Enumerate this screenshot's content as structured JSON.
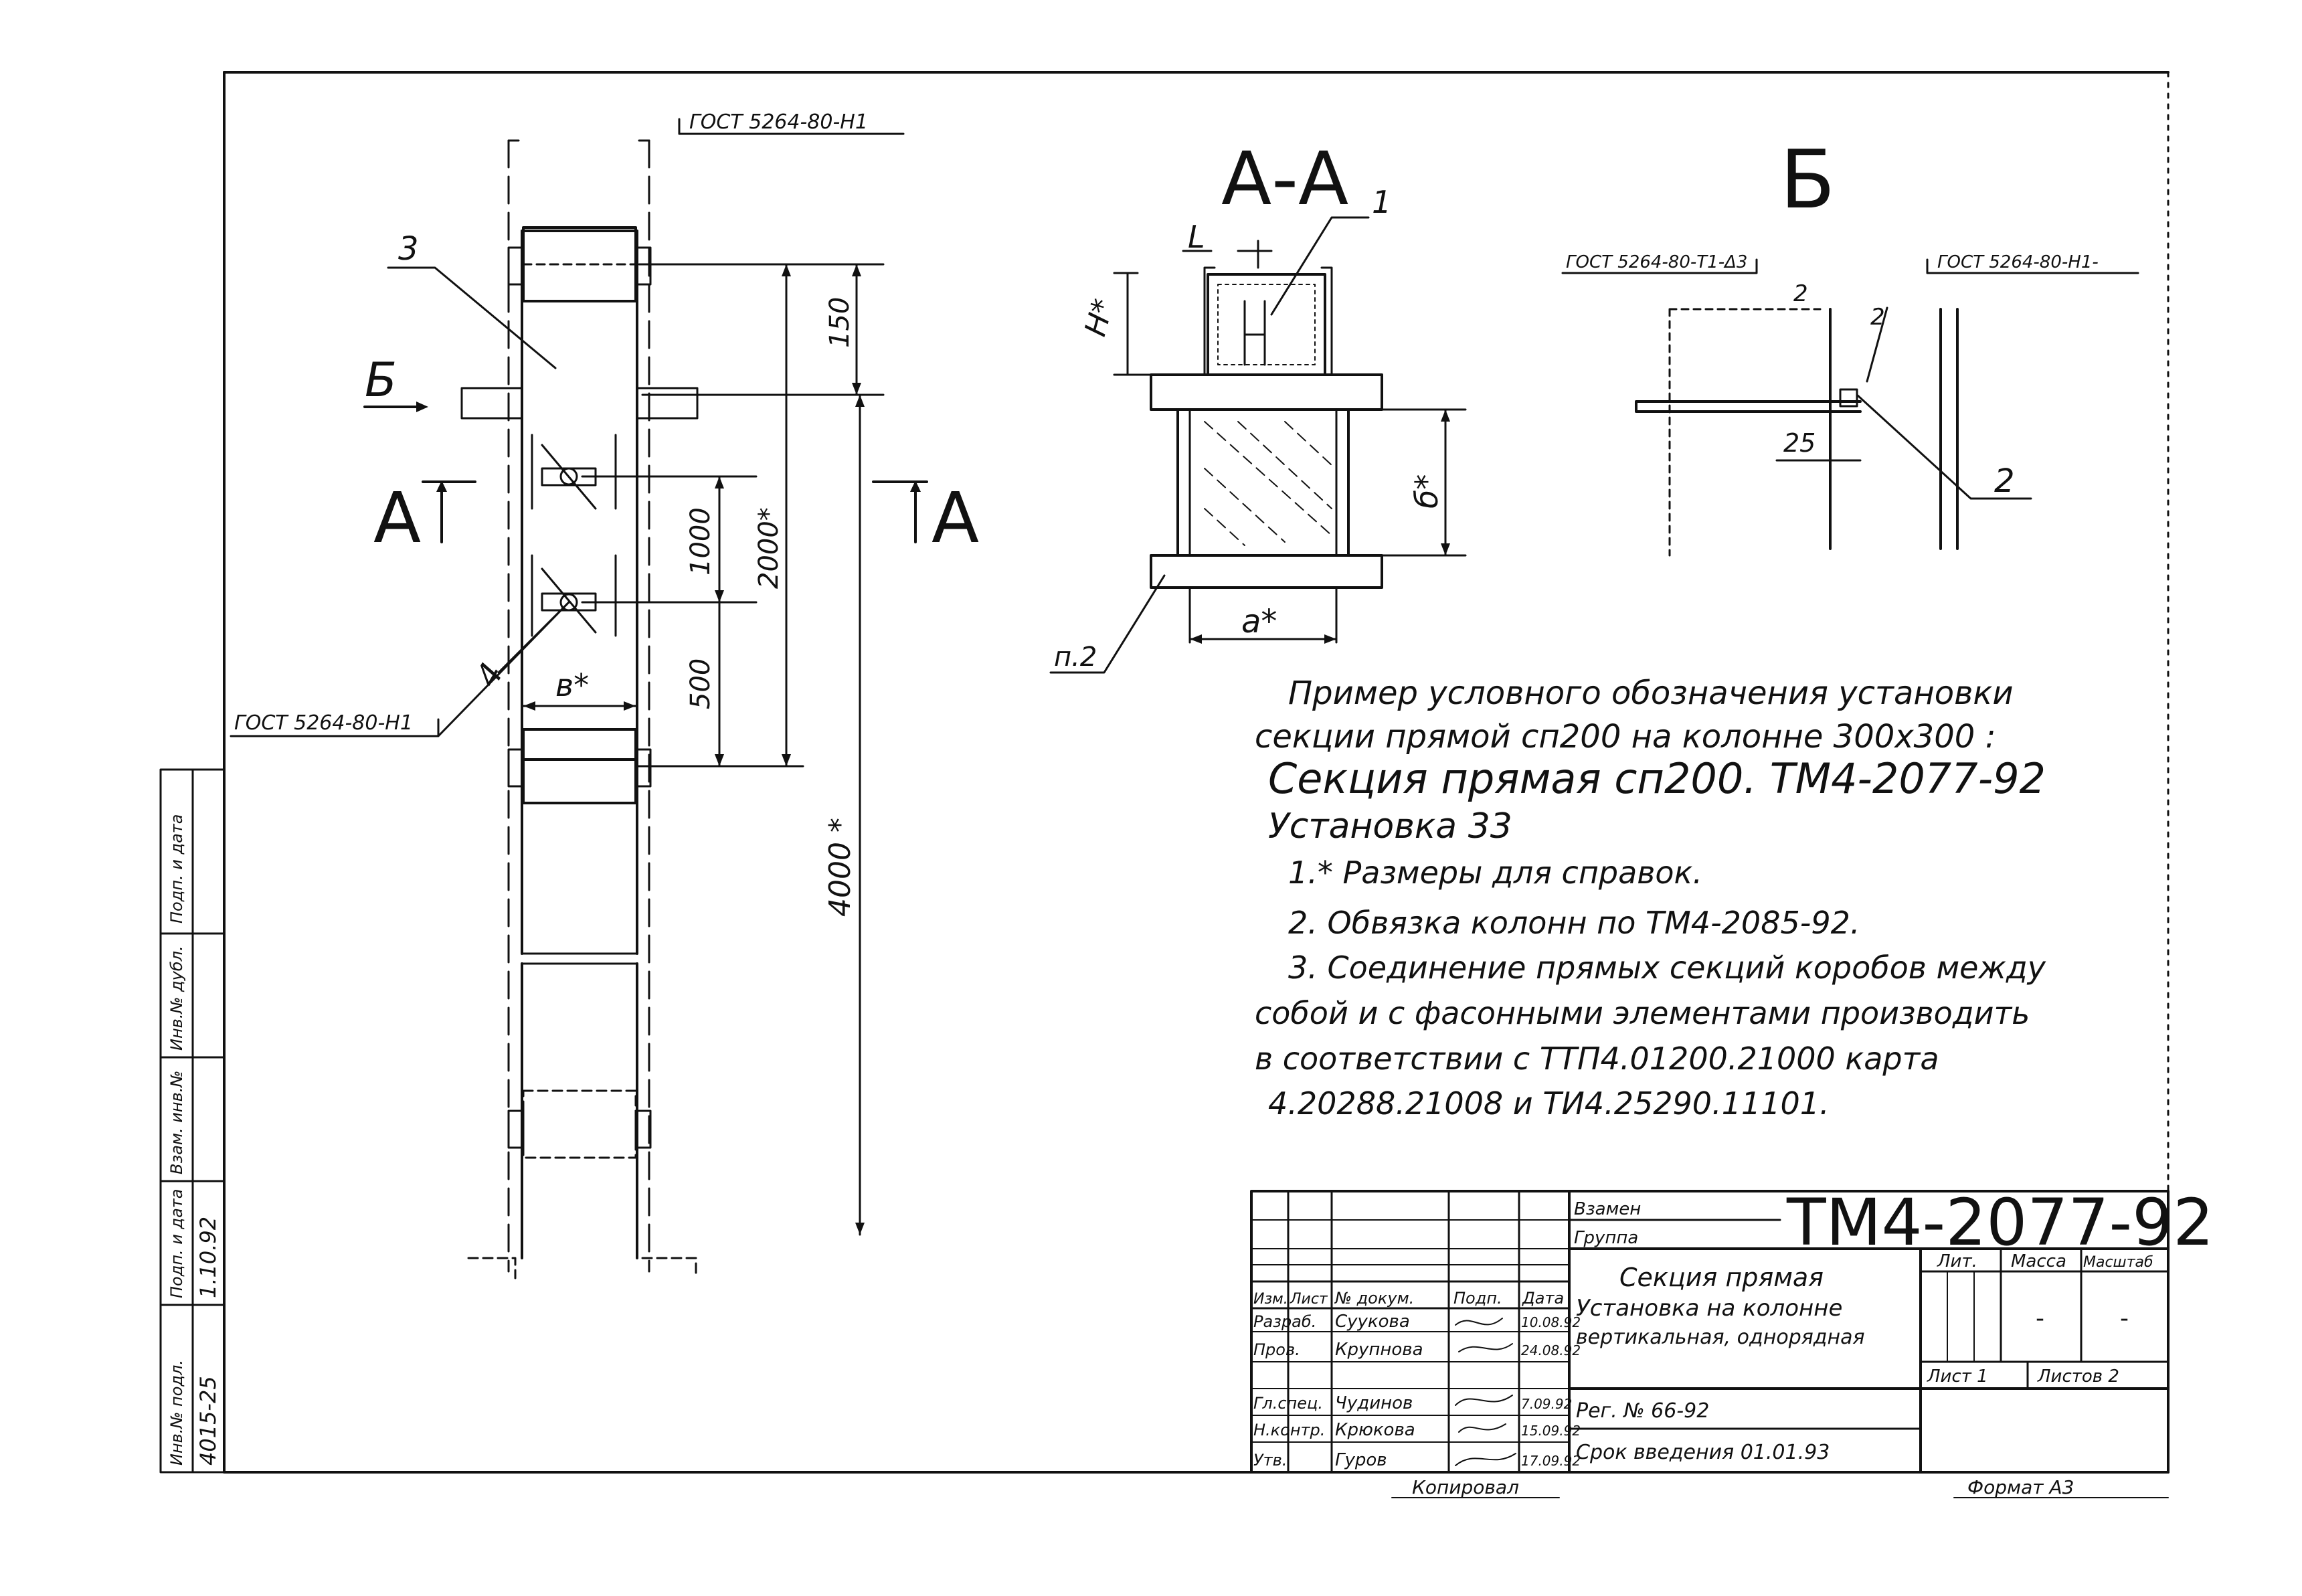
{
  "drawing": {
    "gost_top": "ГОСТ 5264-80-Н1",
    "gost_left": "ГОСТ 5264-80-Н1",
    "gost_b1": "ГОСТ 5264-80-Т1-Δ3",
    "gost_b2": "ГОСТ 5264-80-Н1-",
    "view_b_arrow": "Б",
    "section_a_left": "А",
    "section_a_right": "А",
    "section_title": "А-А",
    "view_b_title": "Б",
    "callout_1": "1",
    "callout_2a": "2",
    "callout_2b": "2",
    "callout_2c": "2",
    "callout_3": "3",
    "callout_4": "4",
    "callout_p2": "п.2",
    "dim_150": "150",
    "dim_1000": "1000",
    "dim_2000": "2000*",
    "dim_500": "500",
    "dim_4000": "4000 *",
    "dim_b": "в*",
    "dim_a": "а*",
    "dim_6": "б*",
    "dim_h": "Н*",
    "dim_l": "L",
    "dim_25": "25"
  },
  "notes": {
    "line1": "Пример условного обозначения установки",
    "line2": "секции прямой сп200 на колонне 300х300 :",
    "line3": "Секция прямая сп200.  ТМ4-2077-92",
    "line4": "Установка 33",
    "note1": "1.* Размеры для справок.",
    "note2": "2. Обвязка колонн по ТМ4-2085-92.",
    "note3a": "3. Соединение прямых секций коробов между",
    "note3b": "собой и с фасонными элементами производить",
    "note3c": "в соответствии с ТТП4.01200.21000 карта",
    "note3d": "4.20288.21008 и ТИ4.25290.11101."
  },
  "left_strip": {
    "c1": "Инв.№ подл.",
    "c2": "Подп. и дата",
    "c3": "Взам. инв.№",
    "c4": "Инв.№ дубл.",
    "c5": "Подп. и дата",
    "v1": "4015-25",
    "v2": "1.10.92"
  },
  "title_block": {
    "doc_number": "ТМ4-2077-92",
    "row_a": "Взамен",
    "row_b": "Группа",
    "h_izm": "Изм.",
    "h_list": "Лист",
    "h_ndok": "№ докум.",
    "h_podp": "Подп.",
    "h_data": "Дата",
    "r1_role": "Разраб.",
    "r1_name": "Суукова",
    "r1_date": "10.08.92",
    "r2_role": "Пров.",
    "r2_name": "Крупнова",
    "r2_date": "24.08.92",
    "r3_role": "Гл.спец.",
    "r3_name": "Чудинов",
    "r3_date": "7.09.92",
    "r4_role": "Н.контр.",
    "r4_name": "Крюкова",
    "r4_date": "15.09.92",
    "r5_role": "Утв.",
    "r5_name": "Гуров",
    "r5_date": "17.09.92",
    "title1": "Секция прямая",
    "title2": "Установка на колонне",
    "title3": "вертикальная, однорядная",
    "h_lit": "Лит.",
    "h_massa": "Масса",
    "h_masshtab": "Масштаб",
    "massa_val": "-",
    "masshtab_val": "-",
    "list": "Лист 1",
    "listov": "Листов 2",
    "reg": "Рег. № 66-92",
    "srok": "Срок введения 01.01.93",
    "kopiroval": "Копировал",
    "format": "Формат А3"
  }
}
